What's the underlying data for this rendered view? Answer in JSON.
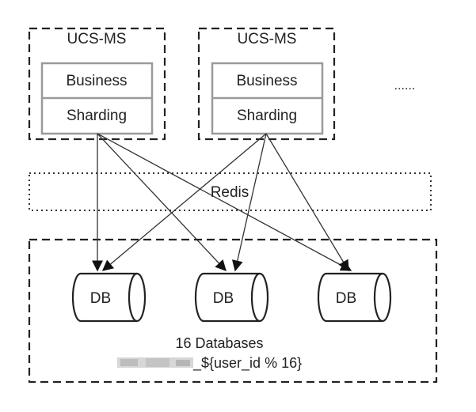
{
  "services": [
    {
      "title": "UCS-MS",
      "layers": [
        "Business",
        "Sharding"
      ]
    },
    {
      "title": "UCS-MS",
      "layers": [
        "Business",
        "Sharding"
      ]
    }
  ],
  "more_indicator": "......",
  "cache": {
    "label": "Redis"
  },
  "databases": {
    "nodes": [
      "DB",
      "DB",
      "DB"
    ],
    "count_label": "16 Databases",
    "naming_rule": "_${user_id % 16}"
  }
}
